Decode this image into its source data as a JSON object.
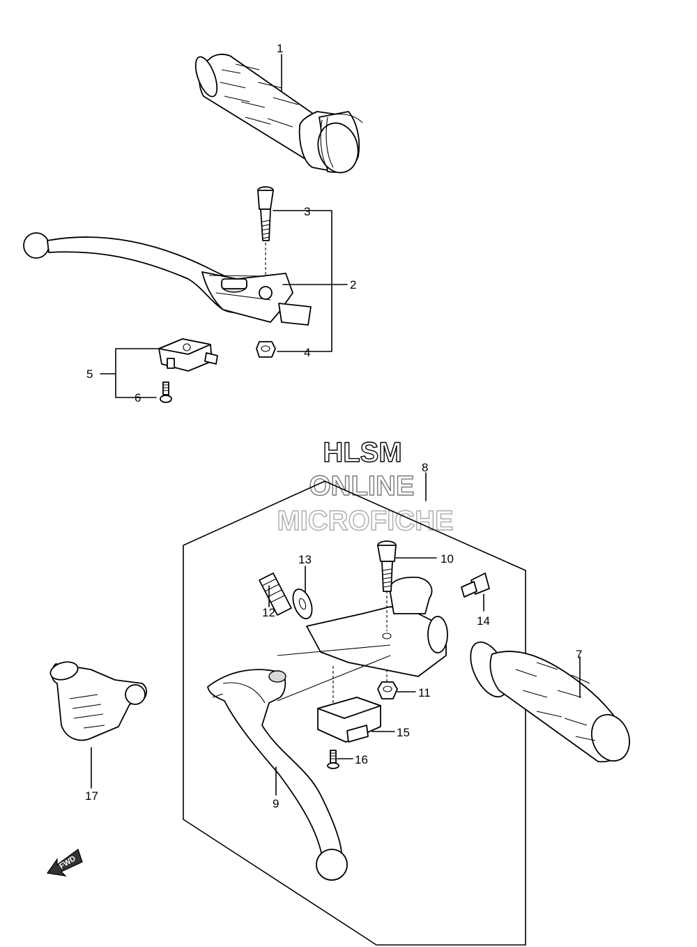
{
  "watermark": {
    "line1": "HLSM",
    "line2": "ONLINE",
    "line3": "MICROFICHE"
  },
  "direction_indicator": {
    "text": "FWD"
  },
  "callouts": [
    "1",
    "2",
    "3",
    "4",
    "5",
    "6",
    "7",
    "8",
    "9",
    "10",
    "11",
    "12",
    "13",
    "14",
    "15",
    "16",
    "17"
  ]
}
